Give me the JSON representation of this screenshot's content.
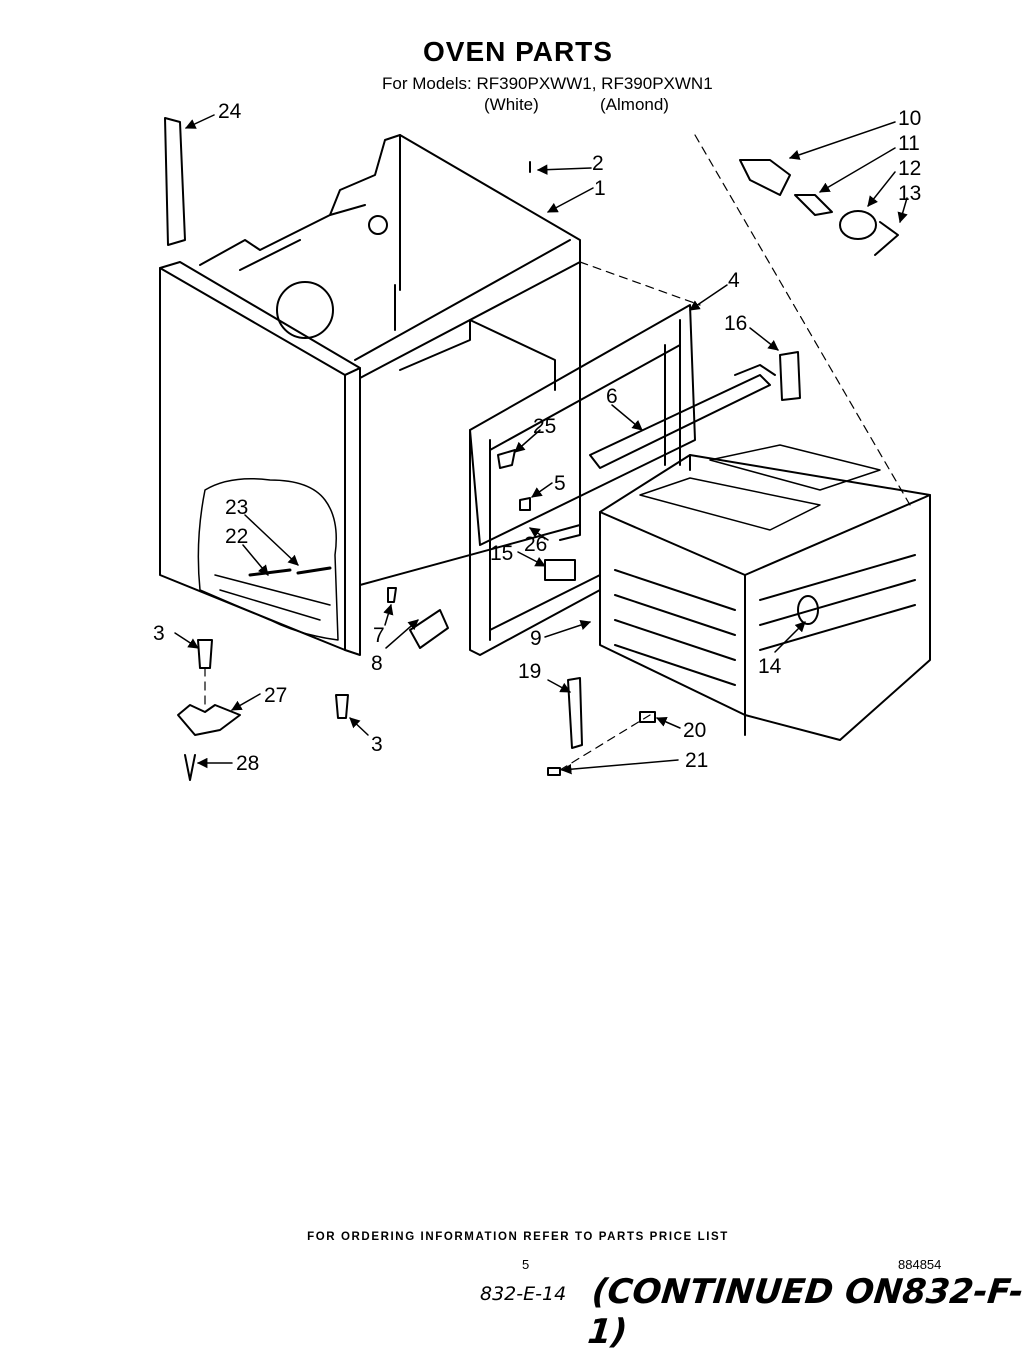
{
  "header": {
    "title": "OVEN PARTS",
    "models_line": "For Models: RF390PXWW1, RF390PXWN1",
    "variant_white": "(White)",
    "variant_almond": "(Almond)"
  },
  "callouts": [
    "1",
    "2",
    "3",
    "3",
    "4",
    "5",
    "6",
    "7",
    "8",
    "9",
    "10",
    "11",
    "12",
    "13",
    "14",
    "15",
    "16",
    "19",
    "20",
    "21",
    "22",
    "23",
    "24",
    "25",
    "26",
    "27",
    "28"
  ],
  "footer": {
    "ordering_note": "FOR ORDERING INFORMATION REFER TO PARTS PRICE LIST",
    "page_number": "5",
    "document_number": "884854",
    "handwritten_code": "832-E-14",
    "continued_note": "(CONTINUED ON832-F-1)"
  }
}
